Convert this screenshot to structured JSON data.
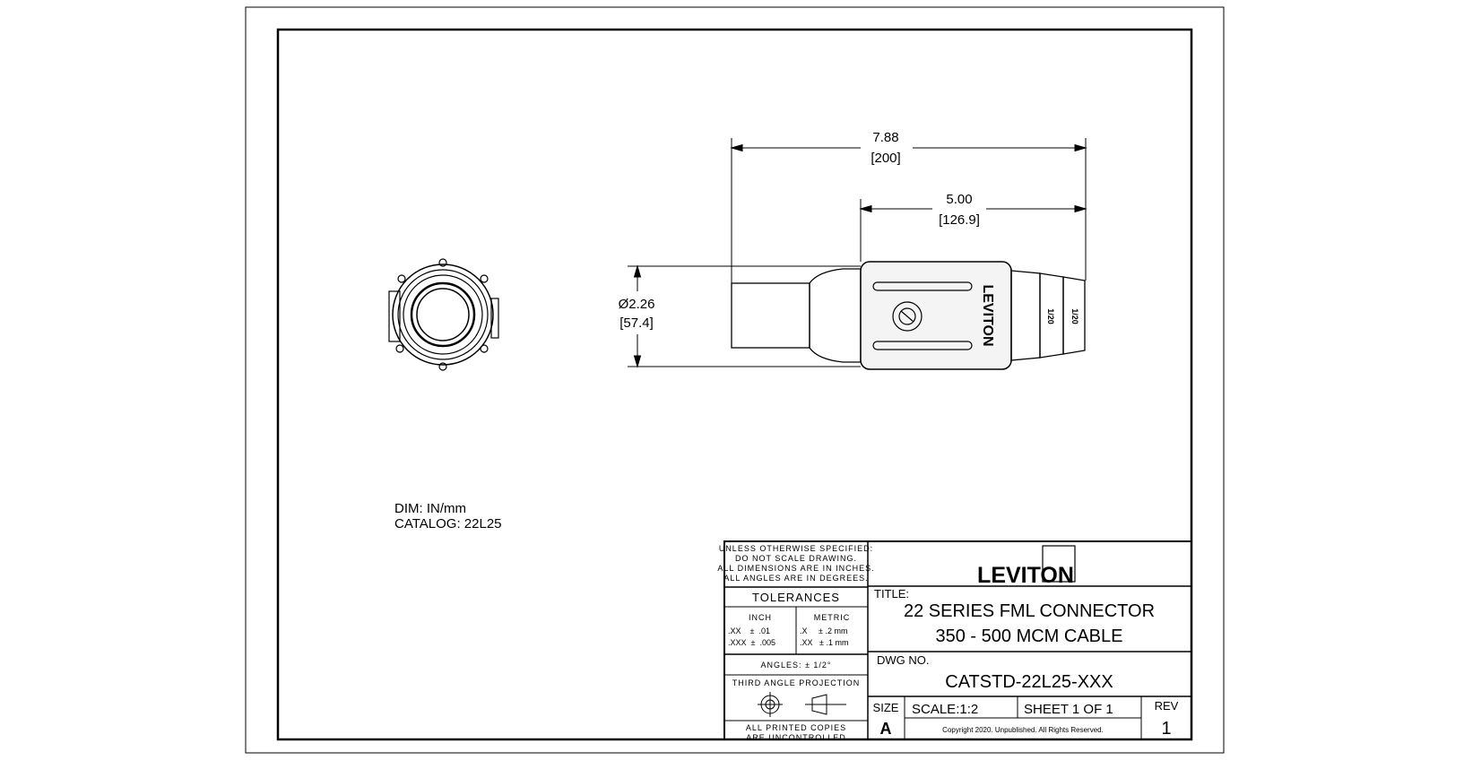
{
  "dimensions": {
    "overall_length_in": "7.88",
    "overall_length_mm": "[200]",
    "body_length_in": "5.00",
    "body_length_mm": "[126.9]",
    "diameter_in": "Ø2.26",
    "diameter_mm": "[57.4]"
  },
  "connector_labels": {
    "brand_on_body": "LEVITON",
    "band_mark_1": "1/20",
    "band_mark_2": "1/20"
  },
  "notes": {
    "dim_units": "DIM: IN/mm",
    "catalog": "CATALOG: 22L25"
  },
  "title_block": {
    "spec_lines": [
      "UNLESS OTHERWISE SPECIFIED:",
      "DO NOT SCALE DRAWING.",
      "ALL DIMENSIONS ARE IN INCHES.",
      "ALL ANGLES ARE IN DEGREES."
    ],
    "tolerances_label": "TOLERANCES",
    "inch_label": "INCH",
    "metric_label": "METRIC",
    "inch_row1": ".XX    ±  .01",
    "inch_row2": ".XXX  ±  .005",
    "metric_row1": ".X     ± .2 mm",
    "metric_row2": ".XX   ± .1 mm",
    "angles": "ANGLES: ± 1/2°",
    "projection": "THIRD ANGLE PROJECTION",
    "copies_line1": "ALL PRINTED COPIES",
    "copies_line2": "ARE UNCONTROLLED",
    "logo": "LEVITON",
    "title_label": "TITLE:",
    "title_line1": "22 SERIES FML CONNECTOR",
    "title_line2": "350 - 500 MCM CABLE",
    "dwg_label": "DWG NO.",
    "dwg_number": "CATSTD-22L25-XXX",
    "size_label": "SIZE",
    "size_value": "A",
    "scale": "SCALE:1:2",
    "sheet": "SHEET 1 OF 1",
    "rev_label": "REV",
    "rev_value": "1",
    "copyright": "Copyright 2020. Unpublished. All Rights Reserved."
  },
  "colors": {
    "line": "#000000",
    "background": "#ffffff",
    "body_fill": "#f4f4f4"
  }
}
